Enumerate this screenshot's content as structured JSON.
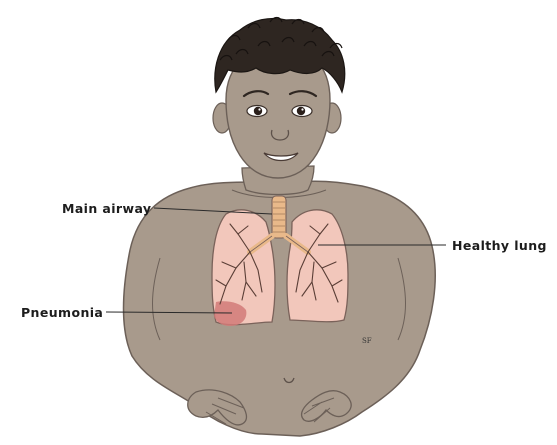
{
  "labels": {
    "main_airway": "Main airway",
    "healthy_lung": "Healthy lung",
    "pneumonia": "Pneumonia"
  },
  "signature": "SF",
  "colors": {
    "skin": "#a89a8c",
    "skin_dark": "#8c7e70",
    "hair": "#2e2621",
    "lung": "#f2c7bb",
    "lung_outline": "#7a625a",
    "airway": "#e9b98a",
    "pneumonia": "#d27a78",
    "leader_line": "#2a2a2a"
  }
}
